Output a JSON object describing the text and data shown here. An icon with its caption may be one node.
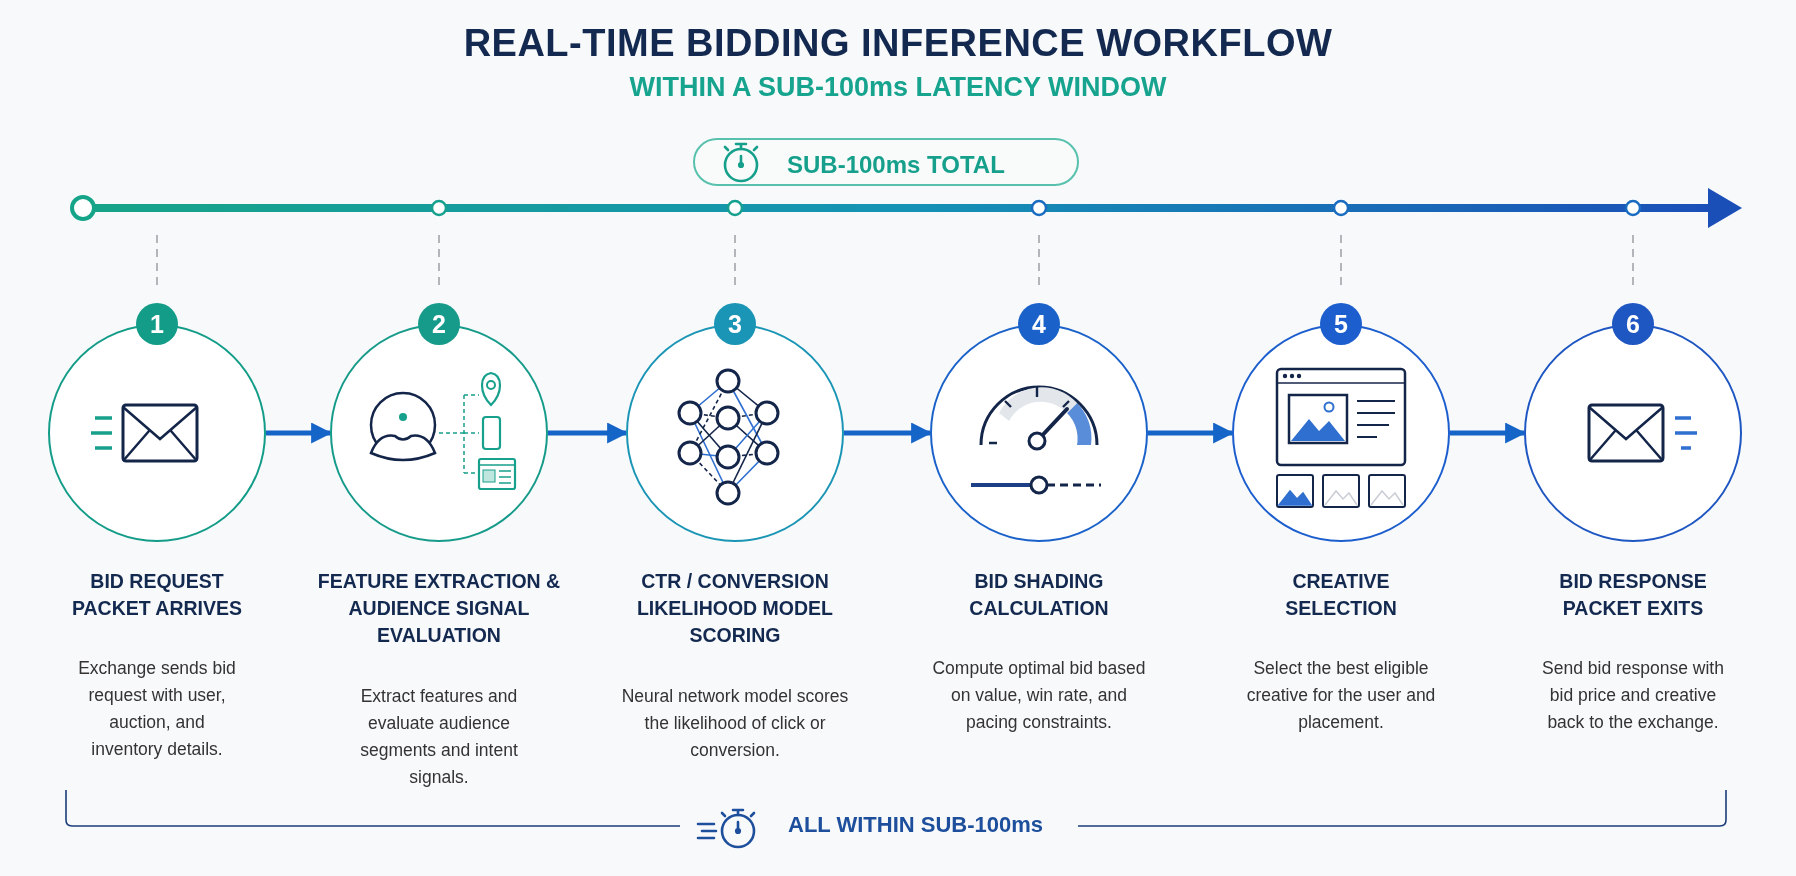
{
  "diagram": {
    "title": "REAL-TIME BIDDING INFERENCE WORKFLOW",
    "caption": "WITHIN A SUB-100ms LATENCY WINDOW",
    "nodes": [
      {
        "text": [
          "1",
          "BID REQUEST PACKET ARRIVES",
          "Exchange sends bid request with user, auction, and inventory details."
        ]
      },
      {
        "text": [
          "2",
          "FEATURE EXTRACTION & AUDIENCE SIGNAL EVALUATION",
          "Extract features and evaluate audience segments and intent signals."
        ]
      },
      {
        "text": [
          "3",
          "CTR / CONVERSION LIKELIHOOD MODEL SCORING",
          "Neural network model scores the likelihood of click or conversion."
        ]
      },
      {
        "text": [
          "4",
          "BID SHADING CALCULATION",
          "Compute optimal bid based on value, win rate, and pacing constraints."
        ]
      },
      {
        "text": [
          "5",
          "CREATIVE SELECTION",
          "Select the best eligible creative for the user and placement."
        ]
      },
      {
        "text": [
          "6",
          "BID RESPONSE PACKET EXITS",
          "Send bid response with bid price and creative back to the exchange."
        ]
      }
    ],
    "edges": [
      {
        "from": 0,
        "to": 1,
        "arrow": "to"
      },
      {
        "from": 1,
        "to": 2,
        "arrow": "to"
      },
      {
        "from": 2,
        "to": 3,
        "arrow": "to"
      },
      {
        "from": 3,
        "to": 4,
        "arrow": "to"
      },
      {
        "from": 4,
        "to": 5,
        "arrow": "to"
      }
    ],
    "labels": [
      "SUB-100ms TOTAL",
      "ALL WITHIN SUB-100ms"
    ]
  }
}
